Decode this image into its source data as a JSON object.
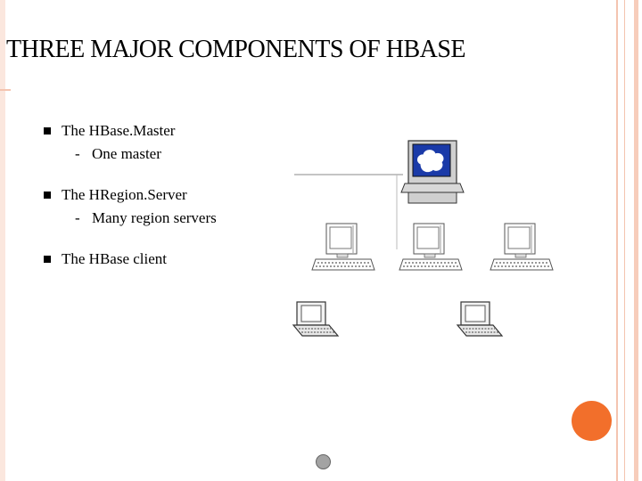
{
  "slide": {
    "title": "THREE MAJOR COMPONENTS OF HBASE",
    "bullets": [
      {
        "text": "The HBase.Master",
        "sub": "One master"
      },
      {
        "text": "The HRegion.Server",
        "sub": "Many region servers"
      },
      {
        "text": "The HBase client",
        "sub": ""
      }
    ],
    "sub_dash": "-"
  },
  "colors": {
    "accent_orange": "#f26f2b",
    "border_peach": "#f4c4b0",
    "monitor_screen_blue": "#1a3aa8"
  },
  "icons": {
    "master": "master-computer-icon",
    "region_server": "region-server-computer-icon",
    "client": "client-laptop-icon"
  }
}
